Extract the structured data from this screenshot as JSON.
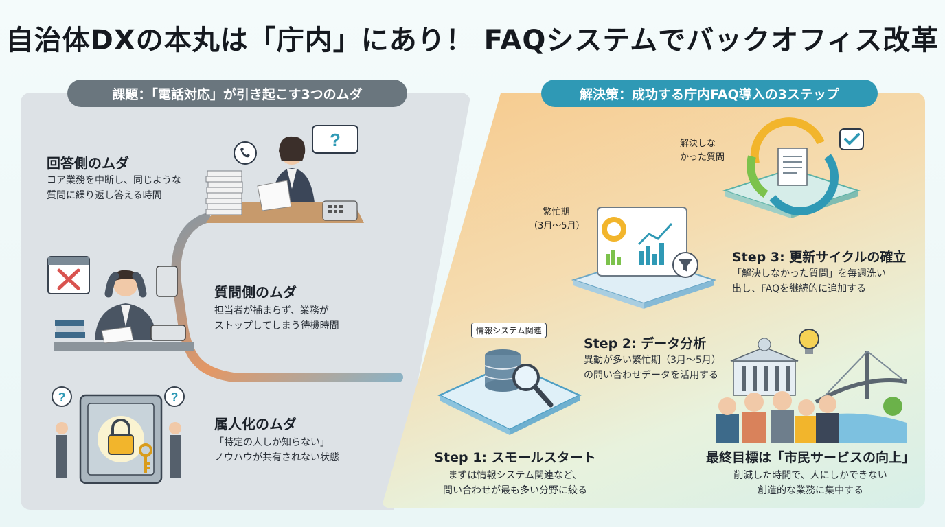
{
  "title": "自治体DXの本丸は「庁内」にあり！ FAQシステムでバックオフィス改革",
  "left_header": "課題：「電話対応」が引き起こす3つのムダ",
  "right_header": "解決策：成功する庁内FAQ導入の3ステップ",
  "problems": [
    {
      "title": "回答側のムダ",
      "lines": [
        "コア業務を中断し、同じような",
        "質問に繰り返し答える時間"
      ]
    },
    {
      "title": "質問側のムダ",
      "lines": [
        "担当者が捕まらず、業務が",
        "ストップしてしまう待機時間"
      ]
    },
    {
      "title": "属人化のムダ",
      "lines": [
        "「特定の人しか知らない」",
        "ノウハウが共有されない状態"
      ]
    }
  ],
  "steps": [
    {
      "title": "Step 1: スモールスタート",
      "lines": [
        "まずは情報システム関連など、",
        "問い合わせが最も多い分野に絞る"
      ],
      "tag": "情報システム関連"
    },
    {
      "title": "Step 2: データ分析",
      "lines": [
        "異動が多い繁忙期（3月〜5月）",
        "の問い合わせデータを活用する"
      ],
      "tag_lines": [
        "繁忙期",
        "（3月〜5月）"
      ]
    },
    {
      "title": "Step 3: 更新サイクルの確立",
      "lines": [
        "「解決しなかった質問」を毎週洗い",
        "出し、FAQを継続的に追加する"
      ],
      "tag_lines": [
        "解決しな",
        "かった質問"
      ]
    }
  ],
  "goal": {
    "title": "最終目標は「市民サービスの向上」",
    "lines": [
      "削減した時間で、人にしかできない",
      "創造的な業務に集中する"
    ]
  },
  "icons": [
    "question-bubble-icon",
    "phone-icon",
    "calendar-cross-icon",
    "lock-icon",
    "key-icon",
    "database-icon",
    "magnifier-icon",
    "funnel-icon",
    "check-icon",
    "lightbulb-icon",
    "document-icon"
  ],
  "colors": {
    "left_panel": "#dde2e6",
    "left_pill": "#6a767e",
    "right_pill": "#2f99b5",
    "accent_orange": "#e58a4e",
    "accent_teal": "#2f99b5"
  }
}
